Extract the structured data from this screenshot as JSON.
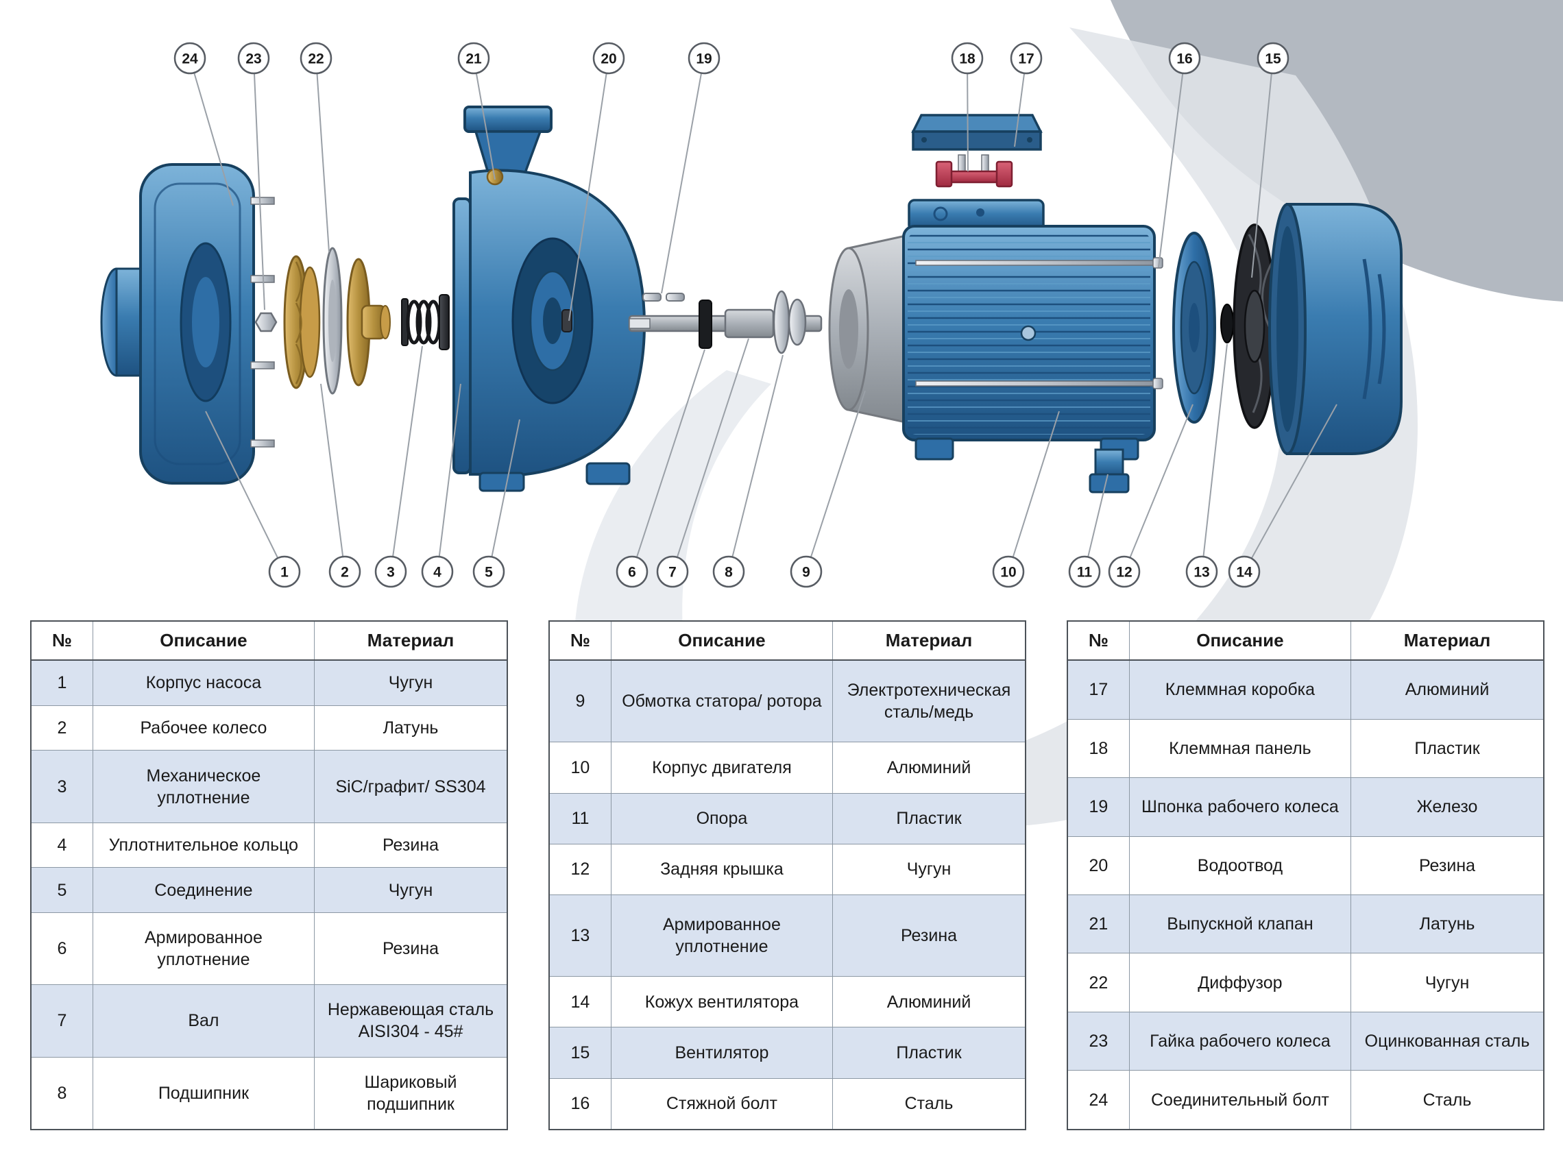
{
  "diagram": {
    "callouts_top": [
      "24",
      "23",
      "22",
      "21",
      "20",
      "19",
      "18",
      "17",
      "16",
      "15"
    ],
    "callouts_bottom": [
      "1",
      "2",
      "3",
      "4",
      "5",
      "6",
      "7",
      "8",
      "9",
      "10",
      "11",
      "12",
      "13",
      "14"
    ],
    "colors": {
      "part_blue": "#3a7cb0",
      "part_brass": "#b5913f",
      "part_silver": "#c3c8cf",
      "part_red": "#bf3a52",
      "part_dark": "#26282d"
    }
  },
  "tables": [
    {
      "headers": {
        "num": "№",
        "desc": "Описание",
        "mat": "Материал"
      },
      "rows": [
        {
          "num": "1",
          "desc": "Корпус насоса",
          "mat": "Чугун"
        },
        {
          "num": "2",
          "desc": "Рабочее колесо",
          "mat": "Латунь"
        },
        {
          "num": "3",
          "desc": "Механическое уплотнение",
          "mat": "SiC/графит/ SS304"
        },
        {
          "num": "4",
          "desc": "Уплотнительное кольцо",
          "mat": "Резина"
        },
        {
          "num": "5",
          "desc": "Соединение",
          "mat": "Чугун"
        },
        {
          "num": "6",
          "desc": "Армированное уплотнение",
          "mat": "Резина"
        },
        {
          "num": "7",
          "desc": "Вал",
          "mat": "Нержавеющая сталь AISI304 - 45#"
        },
        {
          "num": "8",
          "desc": "Подшипник",
          "mat": "Шариковый подшипник"
        }
      ]
    },
    {
      "headers": {
        "num": "№",
        "desc": "Описание",
        "mat": "Материал"
      },
      "rows": [
        {
          "num": "9",
          "desc": "Обмотка статора/ ротора",
          "mat": "Электротехническая сталь/медь"
        },
        {
          "num": "10",
          "desc": "Корпус двигателя",
          "mat": "Алюминий"
        },
        {
          "num": "11",
          "desc": "Опора",
          "mat": "Пластик"
        },
        {
          "num": "12",
          "desc": "Задняя крышка",
          "mat": "Чугун"
        },
        {
          "num": "13",
          "desc": "Армированное уплотнение",
          "mat": "Резина"
        },
        {
          "num": "14",
          "desc": "Кожух вентилятора",
          "mat": "Алюминий"
        },
        {
          "num": "15",
          "desc": "Вентилятор",
          "mat": "Пластик"
        },
        {
          "num": "16",
          "desc": "Стяжной болт",
          "mat": "Сталь"
        }
      ]
    },
    {
      "headers": {
        "num": "№",
        "desc": "Описание",
        "mat": "Материал"
      },
      "rows": [
        {
          "num": "17",
          "desc": "Клеммная коробка",
          "mat": "Алюминий"
        },
        {
          "num": "18",
          "desc": "Клеммная панель",
          "mat": "Пластик"
        },
        {
          "num": "19",
          "desc": "Шпонка рабочего колеса",
          "mat": "Железо"
        },
        {
          "num": "20",
          "desc": "Водоотвод",
          "mat": "Резина"
        },
        {
          "num": "21",
          "desc": "Выпускной клапан",
          "mat": "Латунь"
        },
        {
          "num": "22",
          "desc": "Диффузор",
          "mat": "Чугун"
        },
        {
          "num": "23",
          "desc": "Гайка рабочего колеса",
          "mat": "Оцинкованная сталь"
        },
        {
          "num": "24",
          "desc": "Соединительный болт",
          "mat": "Сталь"
        }
      ]
    }
  ]
}
